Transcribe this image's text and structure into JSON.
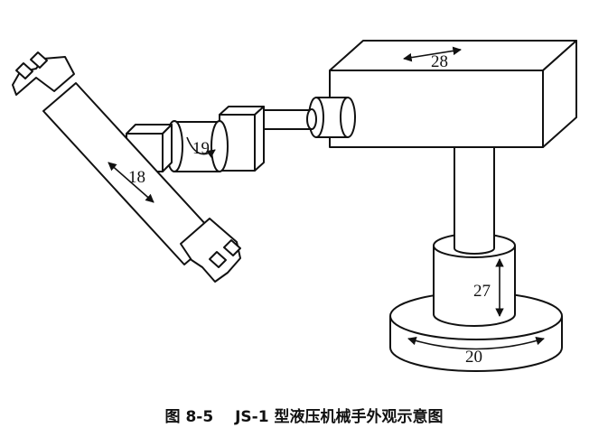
{
  "labels": {
    "arm_extension": "28",
    "gripper_travel": "18",
    "wrist_rotation": "19",
    "column_lift": "27",
    "base_rotation": "20"
  },
  "caption": {
    "figure_number": "图 8-5",
    "title": "JS-1 型液压机械手外观示意图"
  },
  "colors": {
    "ink": "#111111",
    "paper": "#ffffff"
  }
}
